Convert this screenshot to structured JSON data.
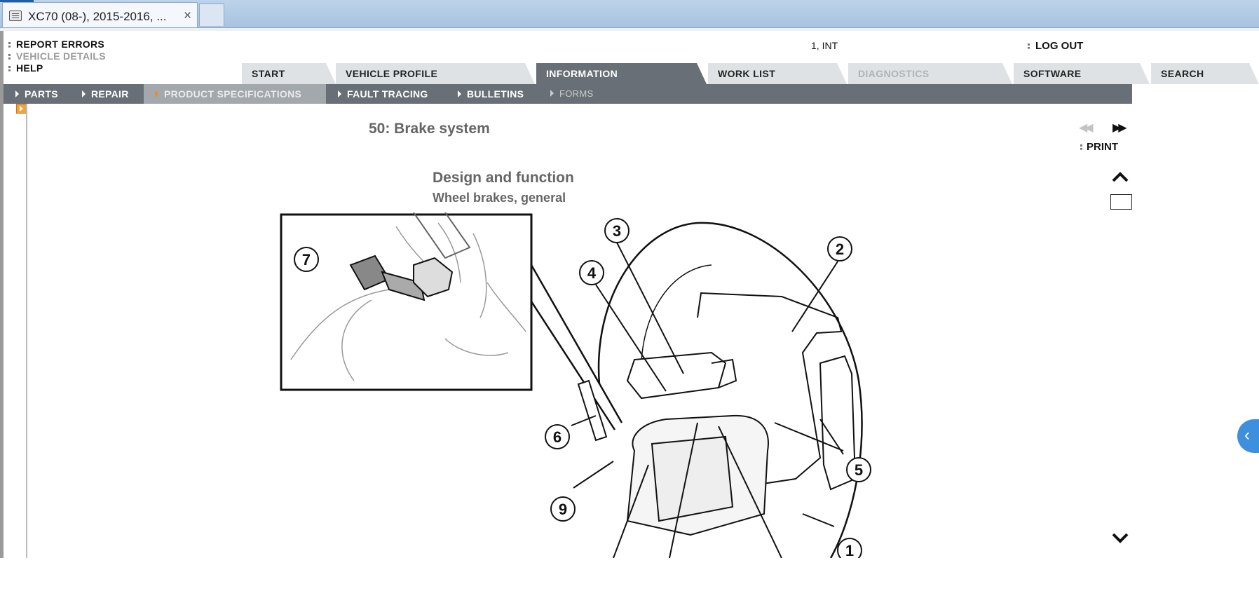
{
  "browser": {
    "tab_title": "XC70 (08-), 2015-2016, ...",
    "tab_close": "×",
    "favicon": "document-icon"
  },
  "utility": {
    "report_errors": "REPORT ERRORS",
    "vehicle_details": "VEHICLE DETAILS",
    "help": "HELP",
    "user": "1, INT",
    "logout": "LOG OUT"
  },
  "nav": {
    "tabs": [
      {
        "label": "START"
      },
      {
        "label": "VEHICLE PROFILE"
      },
      {
        "label": "INFORMATION"
      },
      {
        "label": "WORK LIST"
      },
      {
        "label": "DIAGNOSTICS"
      },
      {
        "label": "SOFTWARE"
      },
      {
        "label": "SEARCH"
      }
    ],
    "active": "INFORMATION",
    "disabled": "DIAGNOSTICS"
  },
  "subnav": {
    "items": [
      {
        "label": "PARTS"
      },
      {
        "label": "REPAIR"
      },
      {
        "label": "PRODUCT SPECIFICATIONS"
      },
      {
        "label": "FAULT TRACING"
      },
      {
        "label": "BULLETINS"
      },
      {
        "label": "FORMS"
      }
    ],
    "active": "PRODUCT SPECIFICATIONS"
  },
  "document": {
    "section": "50: Brake system",
    "title": "Design and function",
    "subtitle": "Wheel brakes, general",
    "print": "PRINT",
    "pager_prev": "◀◀",
    "pager_next": "▶▶",
    "callouts": [
      "1",
      "2",
      "3",
      "4",
      "5",
      "6",
      "7",
      "9"
    ]
  },
  "colors": {
    "active_tab": "#686f76",
    "tab": "#dfe2e4",
    "active_marker": "#f28a1e",
    "side_handle": "#3e8fdd"
  }
}
